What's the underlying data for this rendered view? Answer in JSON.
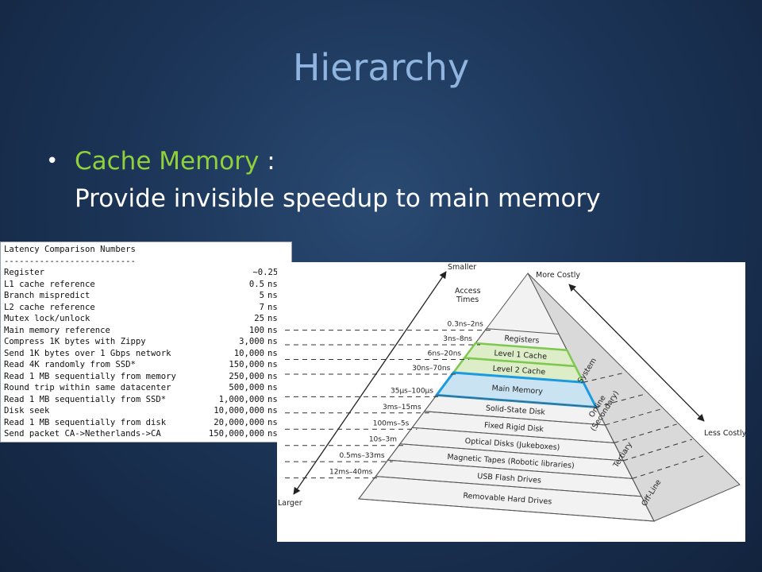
{
  "slide": {
    "title": "Hierarchy",
    "bullet_term": "Cache Memory",
    "bullet_sep": " :",
    "bullet_desc": "Provide invisible speedup to main memory"
  },
  "latency_table": {
    "title": "Latency Comparison Numbers",
    "rule": "--------------------------",
    "rows": [
      {
        "name": "Register",
        "value": "~0.25ns",
        "unit": ""
      },
      {
        "name": "L1 cache reference",
        "value": "0.5",
        "unit": "ns"
      },
      {
        "name": "Branch mispredict",
        "value": "5",
        "unit": "ns"
      },
      {
        "name": "L2 cache reference",
        "value": "7",
        "unit": "ns"
      },
      {
        "name": "Mutex lock/unlock",
        "value": "25",
        "unit": "ns"
      },
      {
        "name": "Main memory reference",
        "value": "100",
        "unit": "ns"
      },
      {
        "name": "Compress 1K bytes with Zippy",
        "value": "3,000",
        "unit": "ns"
      },
      {
        "name": "Send 1K bytes over 1 Gbps network",
        "value": "10,000",
        "unit": "ns"
      },
      {
        "name": "Read 4K randomly from SSD*",
        "value": "150,000",
        "unit": "ns"
      },
      {
        "name": "Read 1 MB sequentially from memory",
        "value": "250,000",
        "unit": "ns"
      },
      {
        "name": "Round trip within same datacenter",
        "value": "500,000",
        "unit": "ns"
      },
      {
        "name": "Read 1 MB sequentially from SSD*",
        "value": "1,000,000",
        "unit": "ns"
      },
      {
        "name": "Disk seek",
        "value": "10,000,000",
        "unit": "ns"
      },
      {
        "name": "Read 1 MB sequentially from disk",
        "value": "20,000,000",
        "unit": "ns"
      },
      {
        "name": "Send packet CA->Netherlands->CA",
        "value": "150,000,000",
        "unit": "ns"
      }
    ]
  },
  "pyramid": {
    "label_smaller": "Smaller",
    "label_access_times": "Access\nTimes",
    "label_larger": "Larger",
    "label_more_costly": "More Costly",
    "label_less_costly": "Less Costly",
    "tiers": [
      {
        "name": "Registers",
        "time": "0.3ns–2ns",
        "highlight": "none"
      },
      {
        "name": "Level 1 Cache",
        "time": "3ns–8ns",
        "highlight": "green"
      },
      {
        "name": "Level 2 Cache",
        "time": "6ns–20ns",
        "highlight": "green"
      },
      {
        "name": "Main Memory",
        "time": "30ns–70ns",
        "highlight": "blue"
      },
      {
        "name": "Solid-State Disk",
        "time": "35µs–100µs",
        "highlight": "none"
      },
      {
        "name": "Fixed Rigid Disk",
        "time": "3ms–15ms",
        "highlight": "none"
      },
      {
        "name": "Optical Disks (Jukeboxes)",
        "time": "100ms–5s",
        "highlight": "none"
      },
      {
        "name": "Magnetic Tapes (Robotic libraries)",
        "time": "10s–3m",
        "highlight": "none"
      },
      {
        "name": "USB Flash Drives",
        "time": "0.5ms–33ms",
        "highlight": "none"
      },
      {
        "name": "Removable Hard Drives",
        "time": "12ms–40ms",
        "highlight": "none"
      }
    ],
    "side_labels": [
      "System",
      "Online\n(Secondary)",
      "Tertiary",
      "Off-Line"
    ],
    "colors": {
      "green": "#7ec850",
      "green_fill": "#dcedc8",
      "blue": "#1a9be0",
      "blue_fill": "#c9e3f3",
      "face": "#f2f2f2",
      "side": "#d9d9d9"
    }
  }
}
